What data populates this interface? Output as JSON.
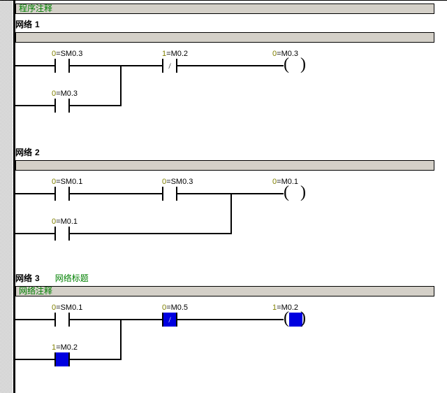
{
  "document": {
    "program_comment": "程序注释",
    "rail_color": "#000000",
    "comment_bar_color": "#d4d0c8",
    "comment_text_color": "#008000",
    "operand_value_color": "#808000",
    "selection_color": "#0000e0"
  },
  "networks": [
    {
      "label": "网络",
      "number": "1",
      "title": "",
      "comment": "",
      "rungs": [
        {
          "elements": [
            {
              "kind": "contact-no",
              "value": "0",
              "sep": "=",
              "operand": "SM0.3",
              "selected": false
            },
            {
              "kind": "contact-nc",
              "value": "1",
              "sep": "=",
              "operand": "M0.2",
              "selected": false
            },
            {
              "kind": "coil",
              "value": "0",
              "sep": "=",
              "operand": "M0.3",
              "selected": false
            }
          ]
        },
        {
          "elements": [
            {
              "kind": "contact-no",
              "value": "0",
              "sep": "=",
              "operand": "M0.3",
              "selected": false
            }
          ]
        }
      ]
    },
    {
      "label": "网络",
      "number": "2",
      "title": "",
      "comment": "",
      "rungs": [
        {
          "elements": [
            {
              "kind": "contact-no",
              "value": "0",
              "sep": "=",
              "operand": "SM0.1",
              "selected": false
            },
            {
              "kind": "contact-no",
              "value": "0",
              "sep": "=",
              "operand": "SM0.3",
              "selected": false
            },
            {
              "kind": "coil",
              "value": "0",
              "sep": "=",
              "operand": "M0.1",
              "selected": false
            }
          ]
        },
        {
          "elements": [
            {
              "kind": "contact-no",
              "value": "0",
              "sep": "=",
              "operand": "M0.1",
              "selected": false
            }
          ]
        }
      ]
    },
    {
      "label": "网络",
      "number": "3",
      "title": "网络标题",
      "comment": "网络注释",
      "rungs": [
        {
          "elements": [
            {
              "kind": "contact-no",
              "value": "0",
              "sep": "=",
              "operand": "SM0.1",
              "selected": false
            },
            {
              "kind": "contact-nc",
              "value": "0",
              "sep": "=",
              "operand": "M0.5",
              "selected": true
            },
            {
              "kind": "coil",
              "value": "1",
              "sep": "=",
              "operand": "M0.2",
              "selected": true
            }
          ]
        },
        {
          "elements": [
            {
              "kind": "contact-no",
              "value": "1",
              "sep": "=",
              "operand": "M0.2",
              "selected": true
            }
          ]
        }
      ]
    }
  ],
  "glyphs": {
    "nc_slash": "/",
    "paren_left": "(",
    "paren_right": ")"
  }
}
